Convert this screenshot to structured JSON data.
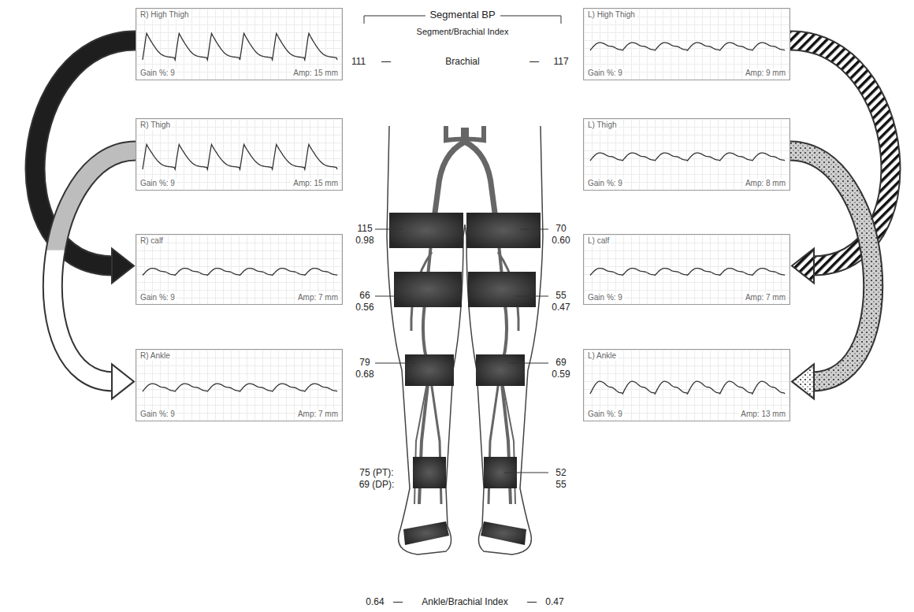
{
  "diagram": {
    "nodes": [
      {
        "text": [
          "R) High Thigh",
          "Gain %: 9",
          "Amp: 15 mm"
        ]
      },
      {
        "text": [
          "L) High Thigh",
          "Gain %: 9",
          "Amp: 9 mm"
        ]
      },
      {
        "text": [
          "R) Thigh",
          "Gain %: 9",
          "Amp: 15 mm"
        ]
      },
      {
        "text": [
          "L) Thigh",
          "Gain %: 9",
          "Amp: 8 mm"
        ]
      },
      {
        "text": [
          "R) calf",
          "Gain %: 9",
          "Amp: 7 mm"
        ]
      },
      {
        "text": [
          "L) calf",
          "Gain %: 9",
          "Amp: 7 mm"
        ]
      },
      {
        "text": [
          "R) Ankle",
          "Gain %: 9",
          "Amp: 7 mm"
        ]
      },
      {
        "text": [
          "L) Ankle",
          "Gain %: 9",
          "Amp: 13 mm"
        ]
      }
    ],
    "edges": [
      {
        "from": 0,
        "to": 4,
        "arrow": "to"
      },
      {
        "from": 2,
        "to": 6,
        "arrow": "to"
      },
      {
        "from": 1,
        "to": 5,
        "arrow": "to"
      },
      {
        "from": 3,
        "to": 7,
        "arrow": "to"
      }
    ],
    "labels": [
      "Segmental BP",
      "Segment/Brachial Index",
      "111",
      "—",
      "Brachial",
      "—",
      "117",
      "115",
      "0.98",
      "70",
      "0.60",
      "66",
      "0.56",
      "55",
      "0.47",
      "79",
      "0.68",
      "69",
      "0.59",
      "75 (PT):",
      "69 (DP):",
      "52",
      "55",
      "0.64",
      "—",
      "Ankle/Brachial Index",
      "—",
      "0.47"
    ]
  }
}
